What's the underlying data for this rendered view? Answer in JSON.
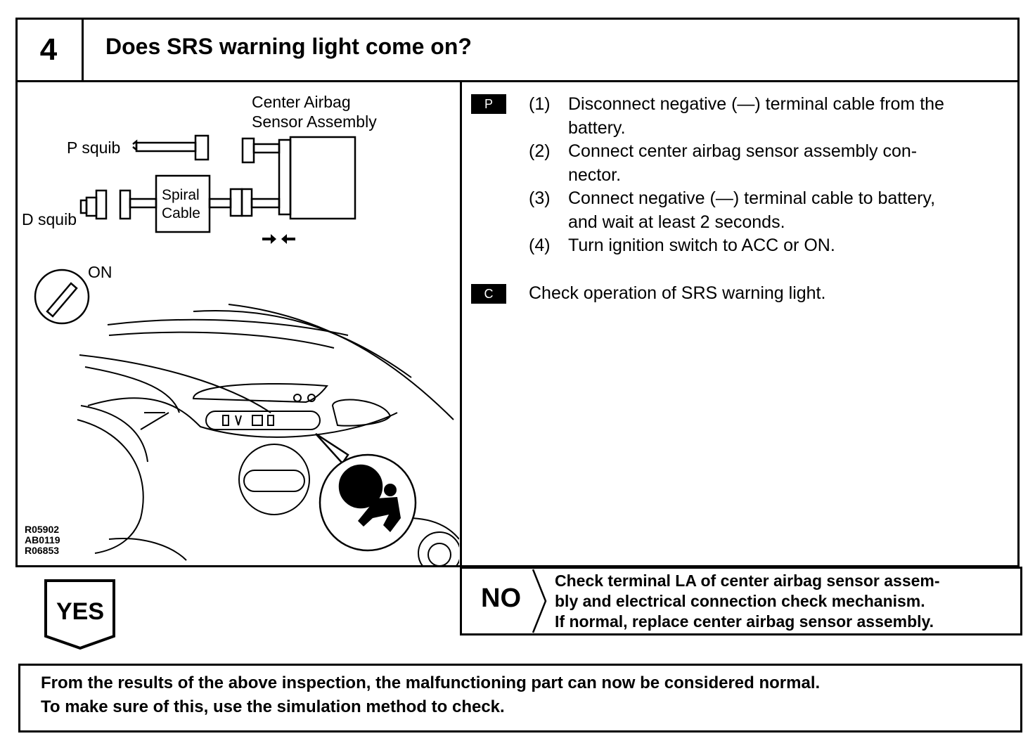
{
  "step": {
    "number": "4",
    "question": "Does SRS warning light come on?"
  },
  "diagram": {
    "center_sensor_label_1": "Center Airbag",
    "center_sensor_label_2": "Sensor Assembly",
    "p_squib_label": "P squib",
    "d_squib_label": "D squib",
    "spiral_label_1": "Spiral",
    "spiral_label_2": "Cable",
    "on_label": "ON",
    "figure_codes": [
      "R05902",
      "AB0119",
      "R06853"
    ]
  },
  "procedure": {
    "p_tag": "P",
    "c_tag": "C",
    "steps": [
      {
        "num": "(1)",
        "lines": [
          "Disconnect negative (—) terminal cable from the",
          "battery."
        ]
      },
      {
        "num": "(2)",
        "lines": [
          "Connect center airbag sensor assembly con-",
          "nector."
        ]
      },
      {
        "num": "(3)",
        "lines": [
          "Connect negative (—) terminal cable to battery,",
          "and wait at least 2 seconds."
        ]
      },
      {
        "num": "(4)",
        "lines": [
          "Turn ignition switch to ACC or ON."
        ]
      }
    ],
    "check": "Check operation of SRS warning light."
  },
  "yes_label": "YES",
  "no_branch": {
    "label": "NO",
    "lines": [
      "Check terminal LA of center airbag sensor assem-",
      "bly and electrical connection check mechanism.",
      "If normal, replace center airbag sensor assembly."
    ]
  },
  "conclusion": {
    "lines": [
      "From the results of the above inspection, the malfunctioning part can now be considered normal.",
      "To make sure of this, use the simulation method to check."
    ]
  }
}
